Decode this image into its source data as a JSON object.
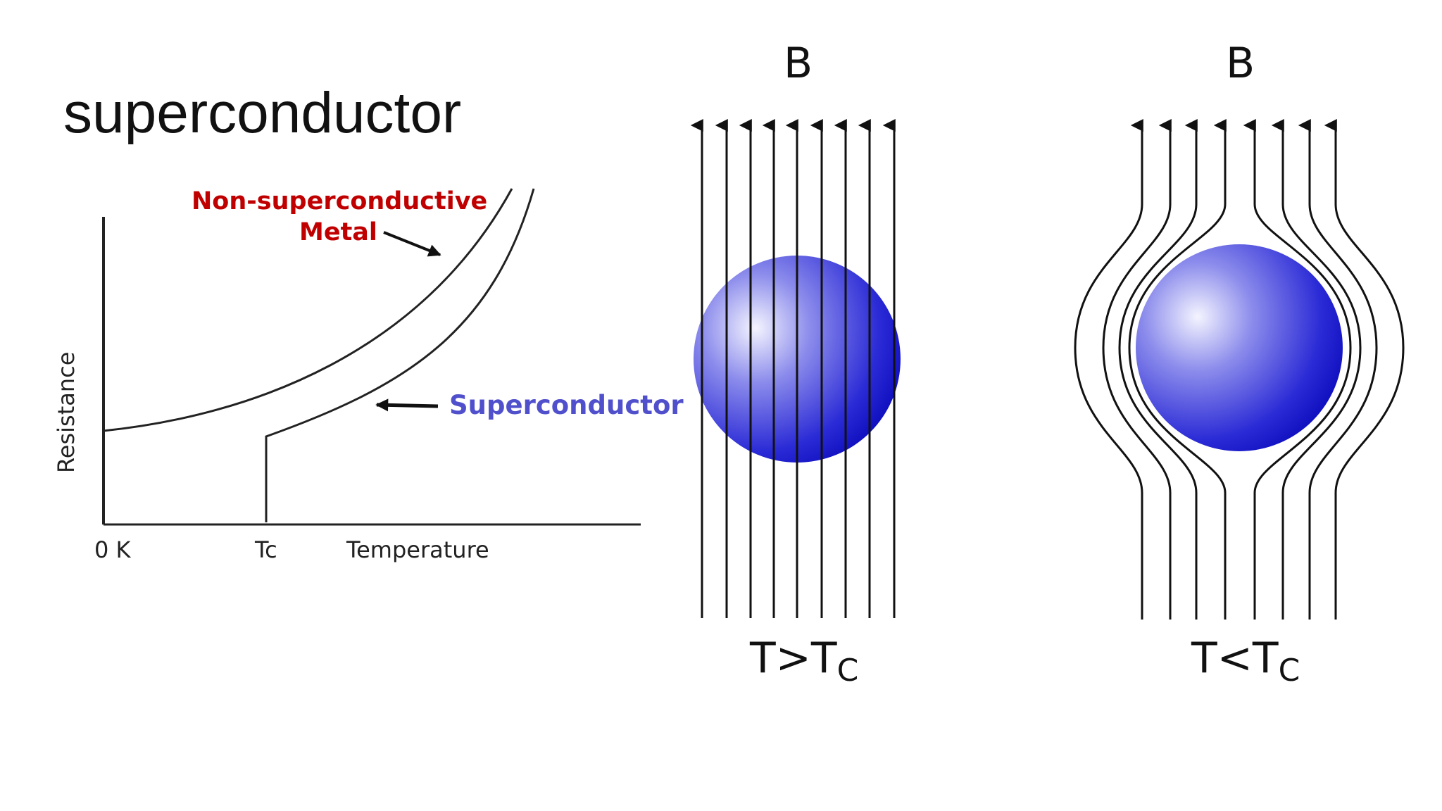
{
  "slide": {
    "title": "superconductor"
  },
  "graph": {
    "y_axis_label": "Resistance",
    "x_ticks": [
      "0 K",
      "Tc"
    ],
    "x_axis_label": "Temperature",
    "metal_label_line1": "Non-superconductive",
    "metal_label_line2": "Metal",
    "superconductor_label": "Superconductor",
    "colors": {
      "metal_label": "#c00000",
      "superconductor_label": "#5050cc",
      "curves": "#222222"
    }
  },
  "panels": [
    {
      "field_label": "B",
      "condition_main": "T>T",
      "condition_sub": "C",
      "field_behavior": "penetrates"
    },
    {
      "field_label": "B",
      "condition_main": "T<T",
      "condition_sub": "C",
      "field_behavior": "expelled"
    }
  ],
  "colors": {
    "sphere_highlight": "#f4f4ff",
    "sphere_dark": "#1010c0",
    "field_lines": "#111111"
  }
}
